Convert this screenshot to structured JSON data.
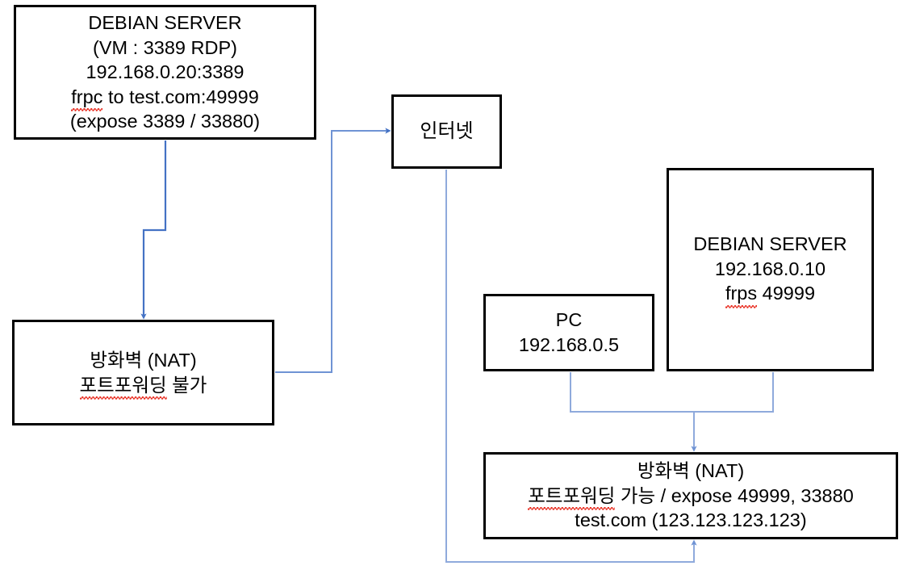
{
  "diagram": {
    "title": "FRP reverse tunnel network topology",
    "colors": {
      "box_border": "#000000",
      "box_fill": "#ffffff",
      "arrow_dark": "#4472c4",
      "arrow_light": "#8faadc",
      "spellcheck_underline": "#e8291c",
      "text": "#000000"
    },
    "nodes": [
      {
        "id": "debian-vm",
        "name": "debian-server-vm-box",
        "lines": [
          "DEBIAN SERVER",
          "(VM : 3389 RDP)",
          "192.168.0.20:3389",
          "frpc to test.com:49999",
          "(expose 3389 / 33880)"
        ],
        "misspelled": "frpc"
      },
      {
        "id": "internet",
        "name": "internet-box",
        "lines": [
          "인터넷"
        ],
        "misspelled": ""
      },
      {
        "id": "firewall-left",
        "name": "firewall-nat-no-portforward-box",
        "lines": [
          "방화벽 (NAT)",
          "포트포워딩 불가"
        ],
        "misspelled": "포트포워딩"
      },
      {
        "id": "debian-frps",
        "name": "debian-server-frps-box",
        "lines": [
          "DEBIAN SERVER",
          "192.168.0.10",
          "frps 49999"
        ],
        "misspelled": "frps"
      },
      {
        "id": "pc",
        "name": "pc-box",
        "lines": [
          "PC",
          "192.168.0.5"
        ],
        "misspelled": ""
      },
      {
        "id": "firewall-right",
        "name": "firewall-nat-portforward-ok-box",
        "lines": [
          "방화벽 (NAT)",
          "포트포워딩 가능 / expose 49999, 33880",
          "test.com (123.123.123.123)"
        ],
        "misspelled": "포트포워딩"
      }
    ],
    "connectors": [
      {
        "id": "vm-to-firewall-left",
        "name": "connector-vm-to-firewall-left",
        "from": "debian-vm",
        "to": "firewall-left",
        "arrowhead": "end",
        "style": "dark"
      },
      {
        "id": "firewall-left-to-internet",
        "name": "connector-firewall-left-to-internet",
        "from": "firewall-left",
        "to": "internet",
        "arrowhead": "end",
        "style": "dark"
      },
      {
        "id": "internet-to-firewall-right",
        "name": "connector-internet-to-firewall-right",
        "from": "internet",
        "to": "firewall-right",
        "arrowhead": "end",
        "style": "light"
      },
      {
        "id": "pc-to-firewall-right",
        "name": "connector-pc-to-firewall-right",
        "from": "pc",
        "to": "firewall-right",
        "arrowhead": "end",
        "style": "light"
      },
      {
        "id": "frps-to-firewall-right",
        "name": "connector-frps-to-firewall-right",
        "from": "debian-frps",
        "to": "firewall-right",
        "arrowhead": "end",
        "style": "light"
      }
    ]
  }
}
